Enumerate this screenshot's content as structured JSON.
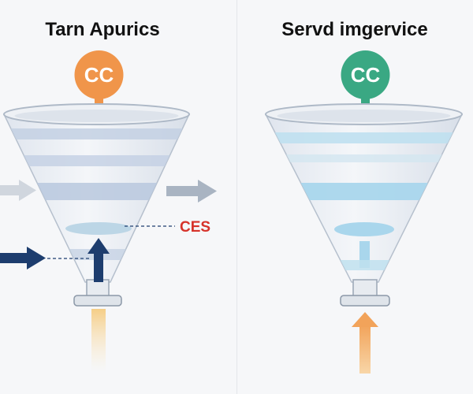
{
  "panels": {
    "left": {
      "title": "Tarn Apurics",
      "badge_text": "CC",
      "badge_color": "#f0954a"
    },
    "right": {
      "title": "Servd imgervice",
      "badge_text": "CC",
      "badge_color": "#3aa883"
    }
  },
  "annotations": {
    "ces_label": "CES",
    "ces_color": "#d6322a"
  },
  "colors": {
    "funnel_stripe": "#b9c8de",
    "water_band": "#a9d6ec",
    "arrow_navy": "#1d3d6e",
    "arrow_gray": "#b7c0cc",
    "flow_orange": "#f5b56a"
  }
}
